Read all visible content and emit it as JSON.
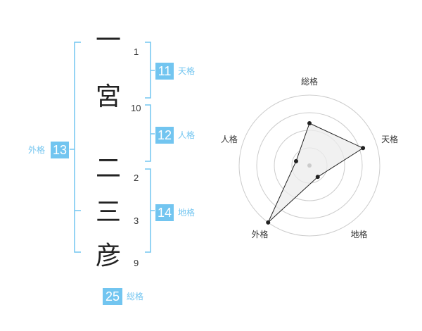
{
  "colors": {
    "accent": "#72c5f0",
    "text": "#222222",
    "grid": "#cccccc"
  },
  "name": {
    "characters": [
      {
        "char": "一",
        "strokes": "1"
      },
      {
        "char": "宮",
        "strokes": "10"
      },
      {
        "char": "二",
        "strokes": "2"
      },
      {
        "char": "三",
        "strokes": "3"
      },
      {
        "char": "彦",
        "strokes": "9"
      }
    ]
  },
  "fortune": {
    "tenkaku": {
      "value": "11",
      "label": "天格"
    },
    "jinkaku": {
      "value": "12",
      "label": "人格"
    },
    "chikaku": {
      "value": "14",
      "label": "地格"
    },
    "gaikaku": {
      "value": "13",
      "label": "外格"
    },
    "soukaku": {
      "value": "25",
      "label": "総格"
    }
  },
  "chart_data": {
    "type": "radar",
    "axes": [
      "総格",
      "天格",
      "地格",
      "外格",
      "人格"
    ],
    "values": [
      3,
      4,
      1,
      5,
      1
    ],
    "rmax": 5,
    "rings": 4,
    "grid": true
  }
}
